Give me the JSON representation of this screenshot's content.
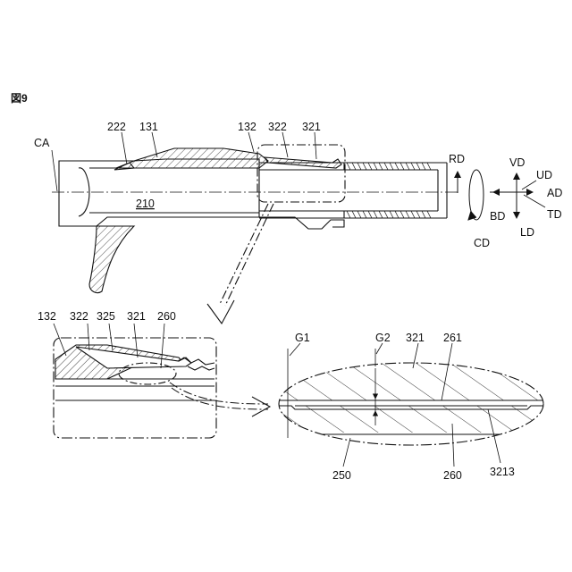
{
  "figure_label": "図9",
  "labels": {
    "ca": "CA",
    "n222": "222",
    "n131": "131",
    "n132": "132",
    "n322": "322",
    "n321": "321",
    "n210": "210",
    "rd": "RD",
    "cd": "CD",
    "vd": "VD",
    "ud": "UD",
    "ad": "AD",
    "bd": "BD",
    "td": "TD",
    "ld": "LD",
    "d_132": "132",
    "d_322": "322",
    "d_325": "325",
    "d_321": "321",
    "d_260": "260",
    "g1": "G1",
    "g2": "G2",
    "e_321": "321",
    "e_261": "261",
    "e_250": "250",
    "e_260": "260",
    "e_3213": "3213"
  }
}
